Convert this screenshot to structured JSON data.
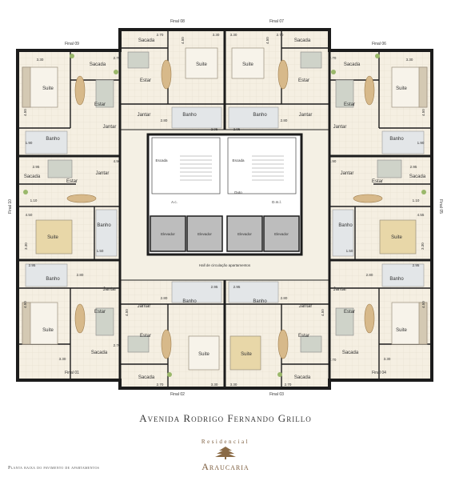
{
  "finals": [
    "Final 01",
    "Final 02",
    "Final 03",
    "Final 04",
    "Final 05",
    "Final 06",
    "Final 07",
    "Final 08",
    "Final 09",
    "Final 10"
  ],
  "rooms": {
    "suite": "Suite",
    "estar": "Estar",
    "jantar": "Jantar",
    "banho": "Banho",
    "sacada": "Sacada"
  },
  "core": {
    "escada": "Escada",
    "elevador": "Elevador",
    "duto": "Duto",
    "ac": "A.c.",
    "dml": "D.m.l.",
    "hall": "Hall de circulação apartamentos"
  },
  "dims": [
    "3.30",
    "2.70",
    "4.50",
    "4.90",
    "2.80",
    "2.95",
    "1.50",
    "1.10",
    "1.90",
    "4.55",
    "4.50"
  ],
  "street": "Avenida Rodrigo Fernando Grillo",
  "brand": {
    "prefix": "Residencial",
    "name": "Araucaria"
  },
  "caption": "Planta baixa do pavimento de apartamentos",
  "colors": {
    "floor": "#f3eddf",
    "wall": "#1c1c1c",
    "wood": "#d7b98a",
    "hall": "#f4f0e4",
    "grass": "#9ab86a"
  }
}
